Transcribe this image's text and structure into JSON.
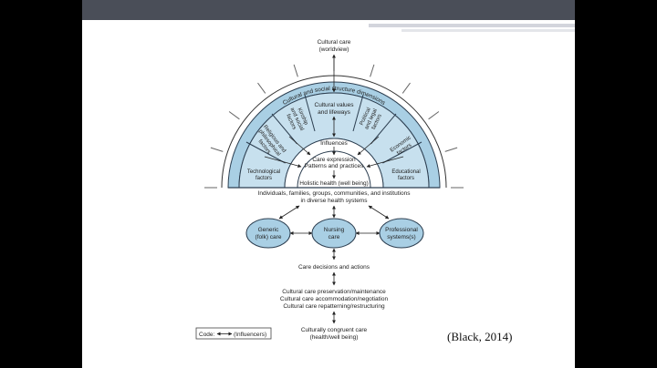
{
  "diagram": {
    "top_label": [
      "Cultural care",
      "(worldview)"
    ],
    "outer_band_label": "Cultural and social structure dimensions",
    "factors": {
      "technological": [
        "Technological",
        "factors"
      ],
      "religious": [
        "Religious and",
        "philosophical",
        "factors"
      ],
      "kinship": [
        "Kinship",
        "and social",
        "factors"
      ],
      "cultural_values": [
        "Cultural values",
        "and lifeways"
      ],
      "political": [
        "Political",
        "and legal",
        "factors"
      ],
      "economic": [
        "Economic",
        "factors"
      ],
      "educational": [
        "Educational",
        "factors"
      ]
    },
    "influences": "Influences",
    "care_expression": [
      "Care expression",
      "Patterns and practices"
    ],
    "holistic_health": "Holistic health (well being)",
    "individuals": [
      "Individuals, families, groups, communities, and institutions",
      "in diverse health systems"
    ],
    "circles": {
      "generic": [
        "Generic",
        "(folk) care"
      ],
      "nursing": [
        "Nursing",
        "care"
      ],
      "professional": [
        "Professional",
        "systems(s)"
      ]
    },
    "decisions": "Care decisions and actions",
    "care_modes": [
      "Cultural care preservation/maintenance",
      "Cultural care accommodation/negotiation",
      "Cultural care repatterning/restructuring"
    ],
    "outcome": [
      "Culturally congruent care",
      "(health/well being)"
    ],
    "code_label": "Code:",
    "code_meaning": "(Influencers)",
    "colors": {
      "band": "#a9cfe4",
      "inner": "#c7e0ee",
      "stroke": "#2c3e50"
    }
  },
  "citation": "(Black, 2014)"
}
